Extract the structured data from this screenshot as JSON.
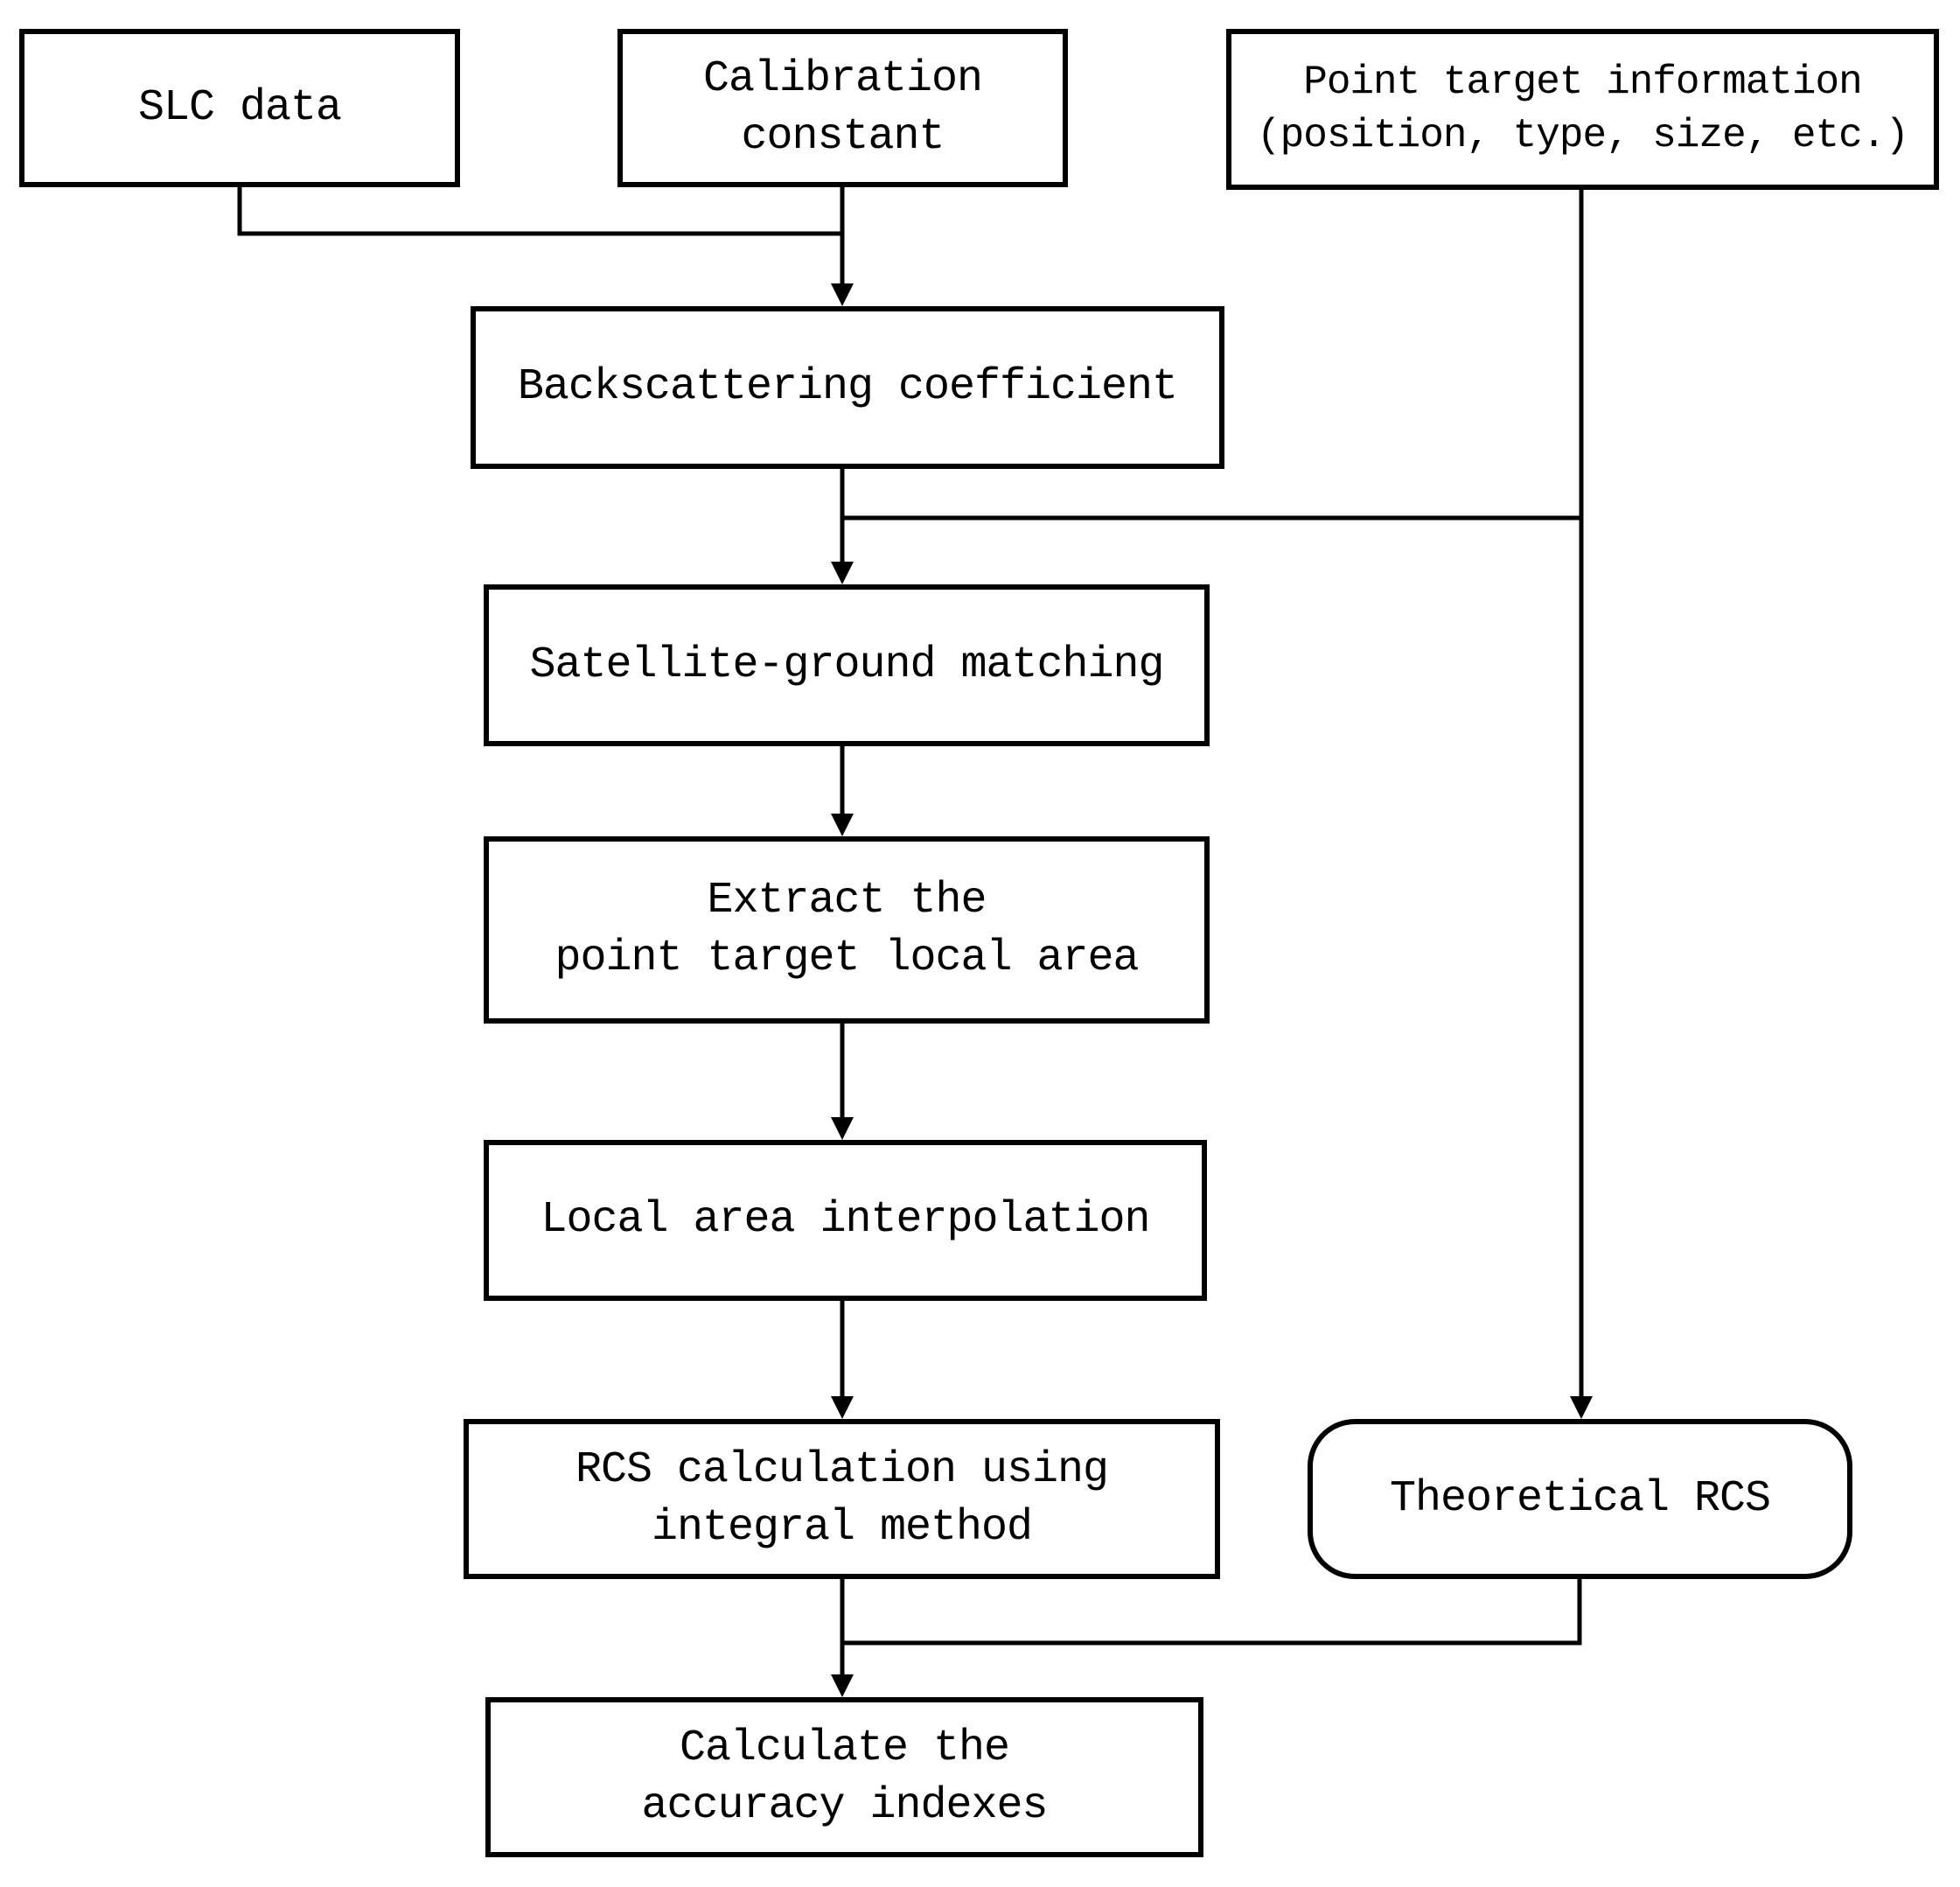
{
  "flowchart": {
    "description": "RCS point-target calibration accuracy flowchart",
    "colors": {
      "line": "#000000",
      "text": "#000000",
      "background": "#ffffff"
    },
    "nodes": {
      "slc_data": {
        "label": "SLC data",
        "shape": "rectangle"
      },
      "calibration_constant": {
        "label": "Calibration\nconstant",
        "shape": "rectangle"
      },
      "point_target_info": {
        "label": "Point target information\n(position, type, size, etc.)",
        "shape": "rectangle"
      },
      "backscattering_coefficient": {
        "label": "Backscattering coefficient",
        "shape": "rectangle"
      },
      "satellite_ground_matching": {
        "label": "Satellite-ground matching",
        "shape": "rectangle"
      },
      "extract_local_area": {
        "label": "Extract the\npoint target local area",
        "shape": "rectangle"
      },
      "local_area_interpolation": {
        "label": "Local area interpolation",
        "shape": "rectangle"
      },
      "rcs_calculation": {
        "label": "RCS calculation using\nintegral method",
        "shape": "rectangle"
      },
      "theoretical_rcs": {
        "label": "Theoretical RCS",
        "shape": "rounded-rectangle"
      },
      "calculate_accuracy": {
        "label": "Calculate the\naccuracy indexes",
        "shape": "rectangle"
      }
    }
  }
}
